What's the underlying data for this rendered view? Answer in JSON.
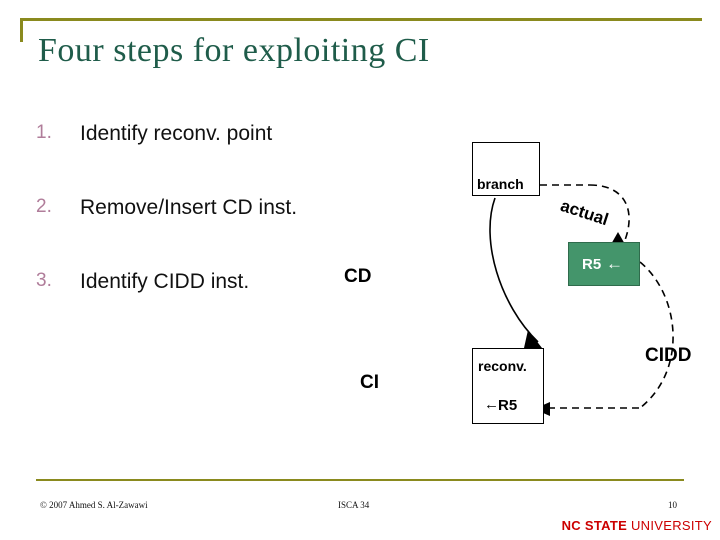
{
  "slide": {
    "title": "Four steps for exploiting CI",
    "accent_color": "#8a8a1e",
    "title_color": "#1f5c4a",
    "bullets": [
      {
        "num": "1.",
        "text": "Identify reconv. point"
      },
      {
        "num": "2.",
        "text": "Remove/Insert CD inst."
      },
      {
        "num": "3.",
        "text": "Identify CIDD inst."
      }
    ]
  },
  "diagram": {
    "labels": {
      "branch": "branch",
      "actual": "actual",
      "r5_green": "R5",
      "cd": "CD",
      "ci": "CI",
      "cidd": "CIDD",
      "reconv": "reconv.",
      "r5_arrow": "R5"
    },
    "green_box_color": "#44956b"
  },
  "footer": {
    "left": "© 2007 Ahmed S. Al-Zawawi",
    "center": "ISCA 34",
    "page": "10",
    "brand_main": "NC STATE",
    "brand_sub": "UNIVERSITY",
    "brand_color": "#cc0000"
  }
}
